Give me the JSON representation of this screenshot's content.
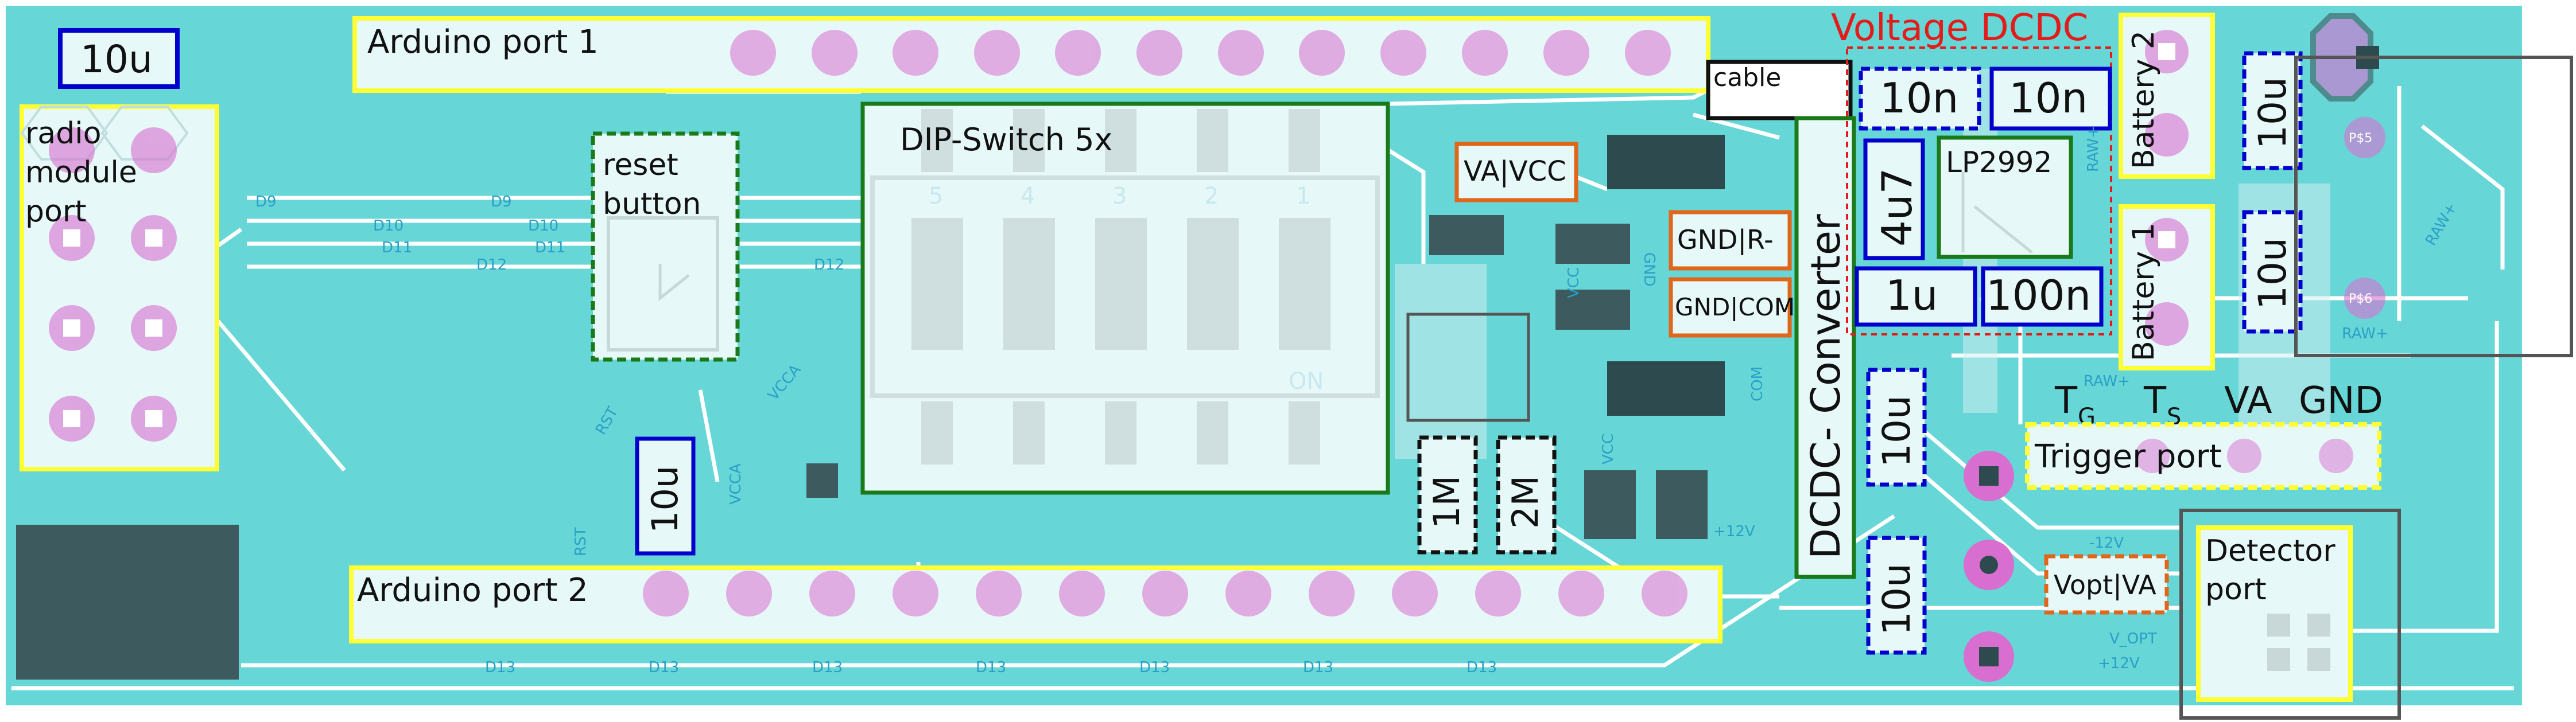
{
  "colors": {
    "board": "#67d6d6",
    "trace": "#ffffff",
    "pad": "#d86fd0",
    "yellow": "#ffff33",
    "blue": "#0000cc",
    "orange": "#e0661a",
    "green": "#1a7a1a",
    "red": "#e31b1b",
    "dark": "#3d5a5e"
  },
  "labels": {
    "arduino1": "Arduino port 1",
    "arduino2": "Arduino port 2",
    "radio": [
      "radio",
      "module",
      "port"
    ],
    "reset": [
      "reset",
      "button"
    ],
    "dip": "DIP-Switch 5x",
    "dip_numbers": [
      "5",
      "4",
      "3",
      "2",
      "1"
    ],
    "dip_on": "ON",
    "va_vcc": "VA|VCC",
    "gnd_r": "GND|R-",
    "gnd_com": "GND|COM",
    "cable": "cable",
    "dcdc": "DCDC- Converter",
    "voltage_dcdc": "Voltage DCDC",
    "lp2992": "LP2992",
    "battery2": "Battery 2",
    "battery1": "Battery 1",
    "trigger": "Trigger port",
    "detector": [
      "Detector",
      "port"
    ],
    "vopt_va": "Vopt|VA",
    "pin_labels": {
      "tg": "T",
      "tg_sub": "G",
      "ts": "T",
      "ts_sub": "S",
      "va": "VA",
      "gnd": "GND"
    }
  },
  "caps": {
    "c_top_left": "10u",
    "c_bottom_left": "10u",
    "c_10n_a": "10n",
    "c_10n_b": "10n",
    "c_4u7": "4u7",
    "c_1u": "1u",
    "c_100n": "100n",
    "c_bat2": "10u",
    "c_bat1": "10u",
    "c_dcdc_a": "10u",
    "c_dcdc_b": "10u"
  },
  "resistors": {
    "r1": "1M",
    "r2": "2M"
  },
  "nets": {
    "d9": "D9",
    "d10": "D10",
    "d11": "D11",
    "d12": "D12",
    "d13": "D13",
    "rst": "RST",
    "vcca": "VCCA",
    "vcc": "VCC",
    "gnd": "GND",
    "com": "COM",
    "raw": "RAW+",
    "p12v": "+12V",
    "m12v": "-12V",
    "vopt": "V_OPT",
    "p15": "P$5",
    "p16": "P$6"
  }
}
